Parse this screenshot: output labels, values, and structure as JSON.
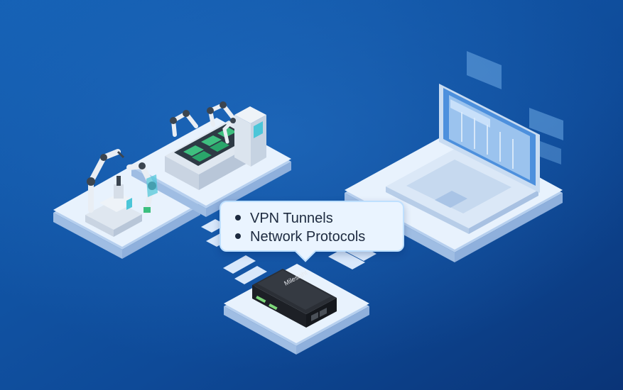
{
  "callout": {
    "items": [
      "VPN Tunnels",
      "Network Protocols"
    ]
  },
  "router": {
    "brand": "Milesight"
  },
  "colors": {
    "background_top": "#0f4e9e",
    "background_bottom": "#0b3a80",
    "platform": "#e6f1fc",
    "platform_side": "#b9d3f0",
    "accent": "#4cc6d8"
  },
  "icons": [
    "robot-arm-icon",
    "assembly-line-icon",
    "laptop-icon",
    "router-icon"
  ]
}
